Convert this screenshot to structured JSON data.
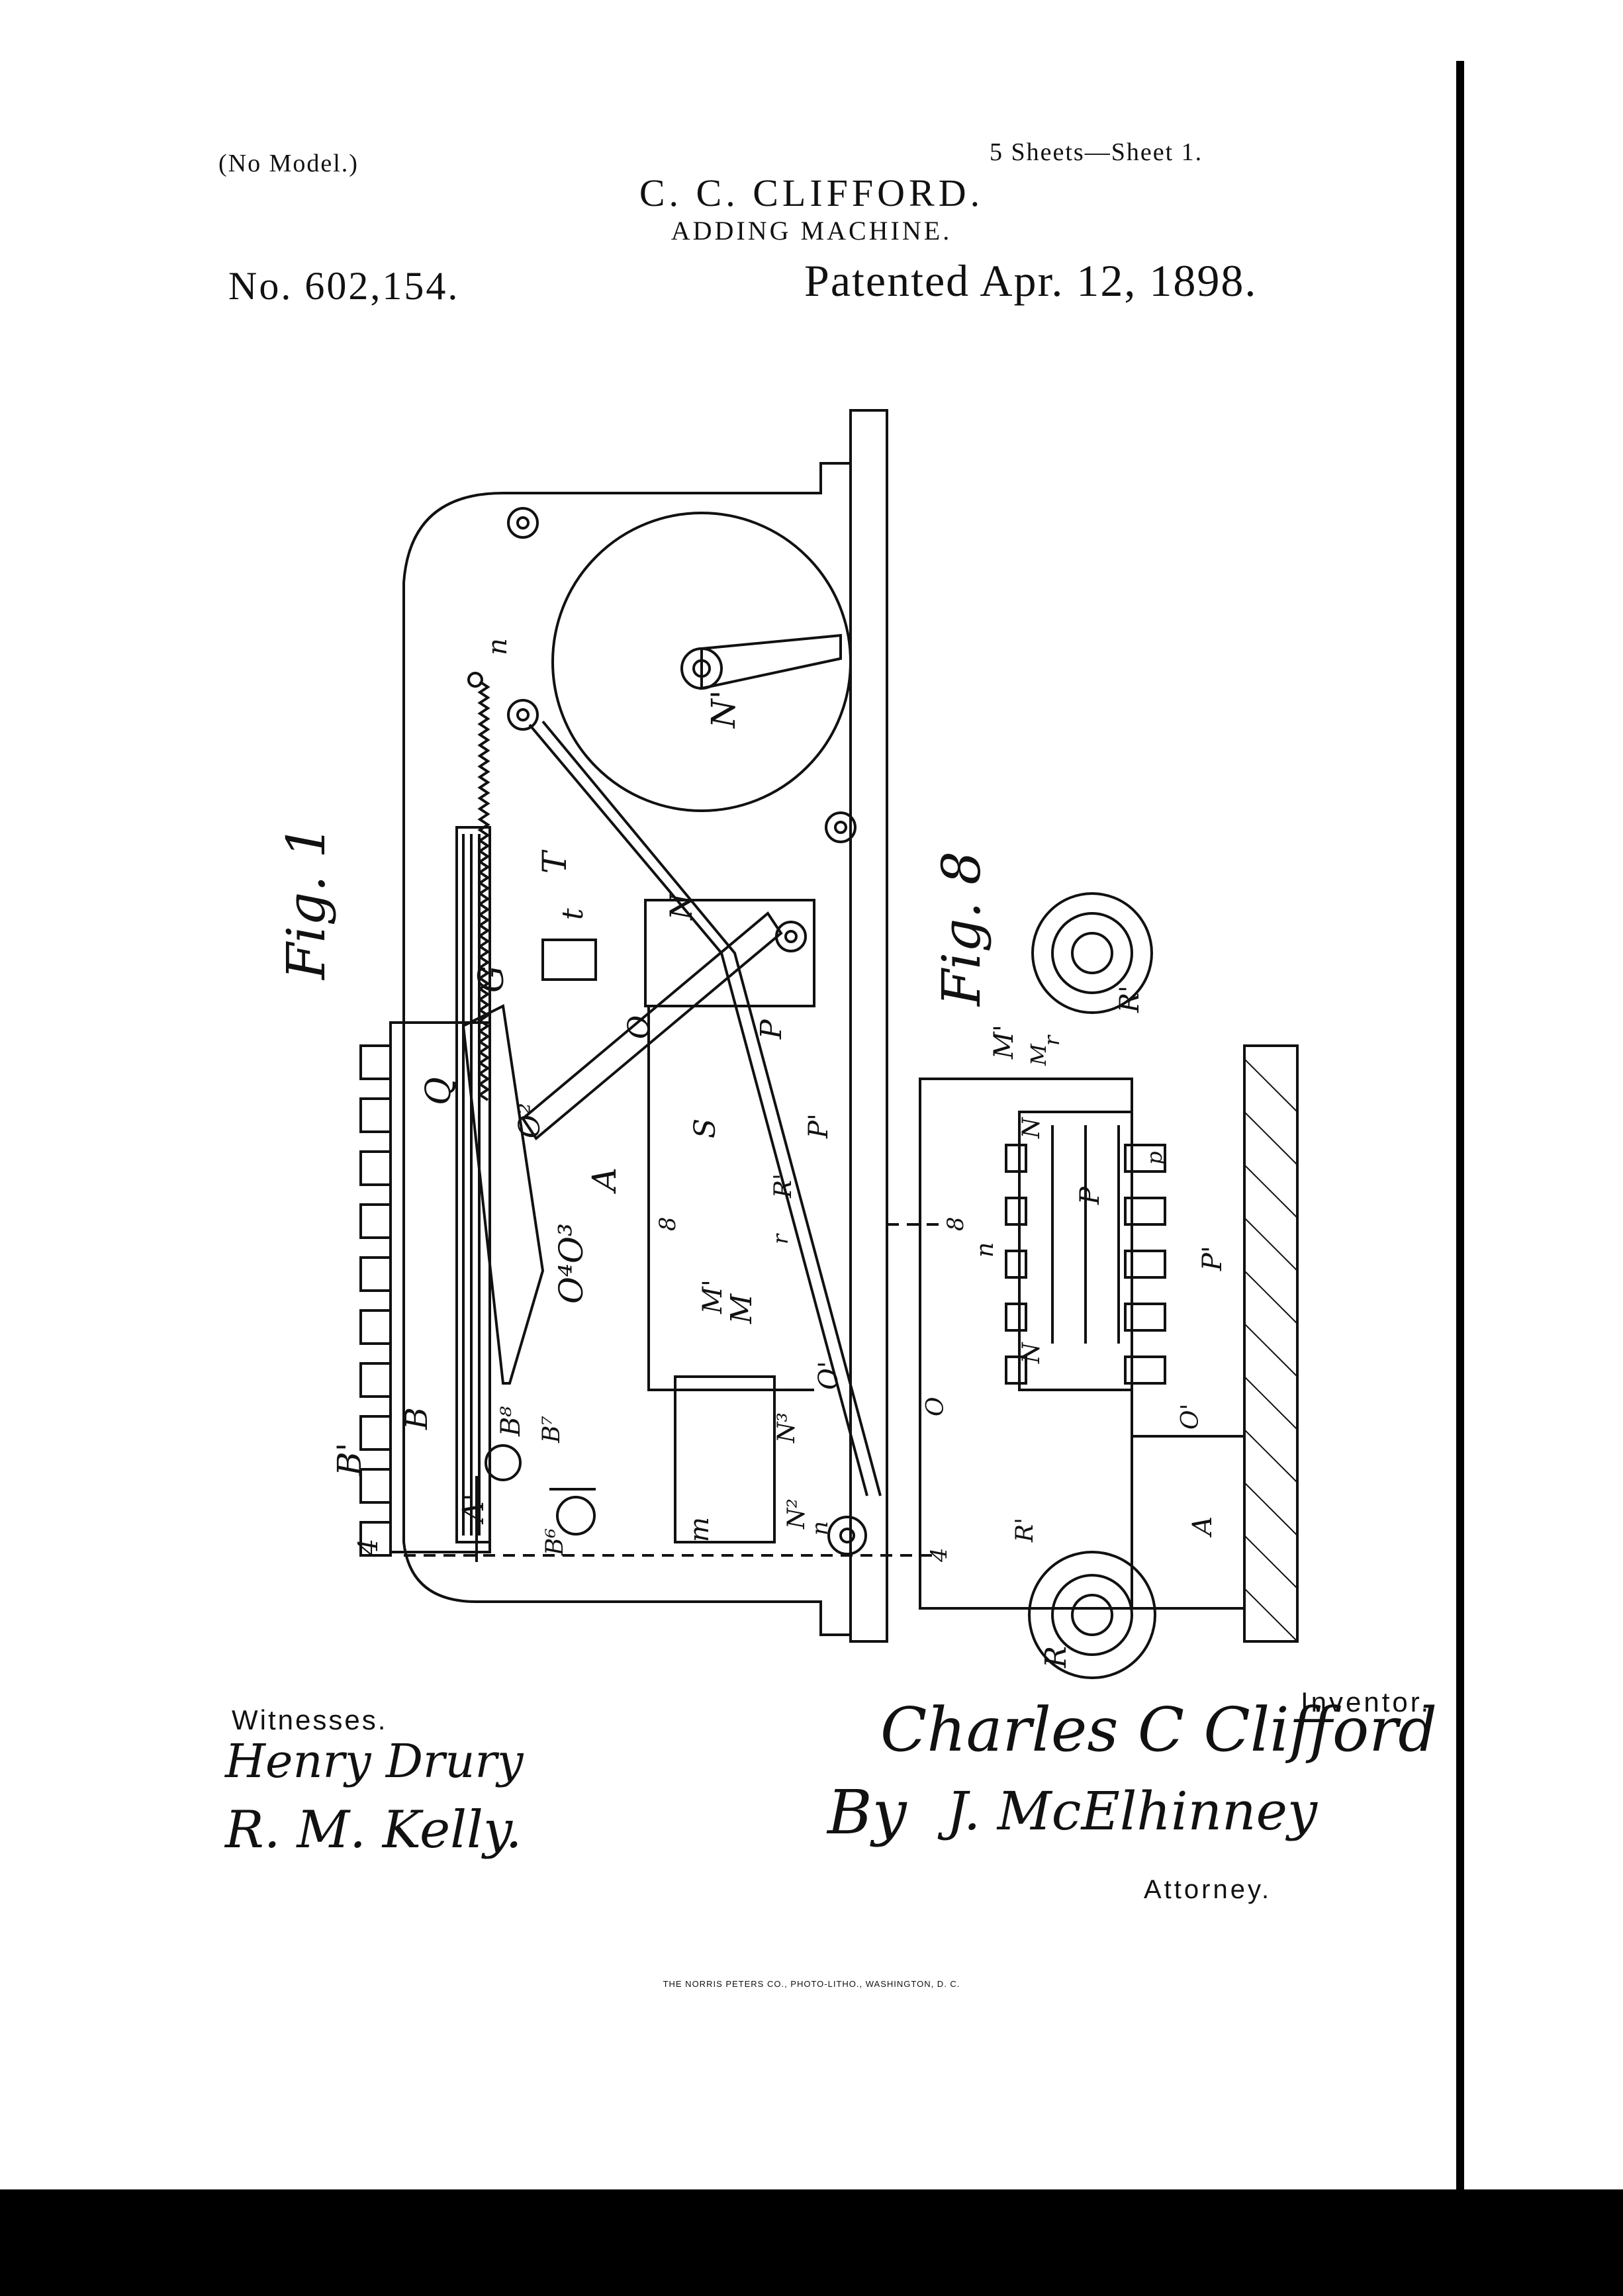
{
  "header": {
    "no_model": "(No Model.)",
    "sheets": "5 Sheets—Sheet 1.",
    "inventor": "C. C. CLIFFORD.",
    "title": "ADDING MACHINE.",
    "patent_number": "No. 602,154.",
    "patent_date": "Patented Apr. 12, 1898."
  },
  "figures": {
    "fig1": "Fig. 1",
    "fig8": "Fig. 8"
  },
  "labels": {
    "N1": "N'",
    "n_top": "n",
    "T": "T",
    "t": "t",
    "N_main": "N",
    "G": "G",
    "Q": "Q",
    "O": "O",
    "O2": "O²",
    "A": "A",
    "S": "S",
    "P": "P",
    "P1": "P'",
    "R1_left": "R'",
    "r": "r",
    "O3": "O⁴O³",
    "num8": "8",
    "M": "M",
    "M1": "M'",
    "O1": "O'",
    "B": "B",
    "B1": "B'",
    "B8": "B⁸",
    "B7": "B⁷",
    "B6": "B⁶",
    "A1": "A'",
    "num4": "4",
    "N3": "N³",
    "N2": "N²",
    "m": "m",
    "n_bottom": "n",
    "f8_M1": "M'",
    "f8_M": "M",
    "f8_r": "r",
    "f8_R1": "R'",
    "f8_N": "N",
    "f8_N_low": "N",
    "f8_n": "n",
    "f8_P": "P",
    "f8_p": "p",
    "f8_P1": "P'",
    "f8_O1": "O'",
    "f8_O": "O",
    "f8_A": "A",
    "f8_R": "R",
    "f8_Rp": "R'",
    "f8_num8": "8",
    "f8_num4": "4"
  },
  "footer": {
    "witnesses_label": "Witnesses.",
    "witness1": "Henry Drury",
    "witness2": "R. M. Kelly.",
    "inventor_label": "Inventor.",
    "inventor_signature": "Charles C Clifford",
    "by": "By",
    "attorney_signature": "J. McElhinney",
    "attorney_label": "Attorney.",
    "printer": "THE NORRIS PETERS CO., PHOTO-LITHO., WASHINGTON, D. C."
  }
}
